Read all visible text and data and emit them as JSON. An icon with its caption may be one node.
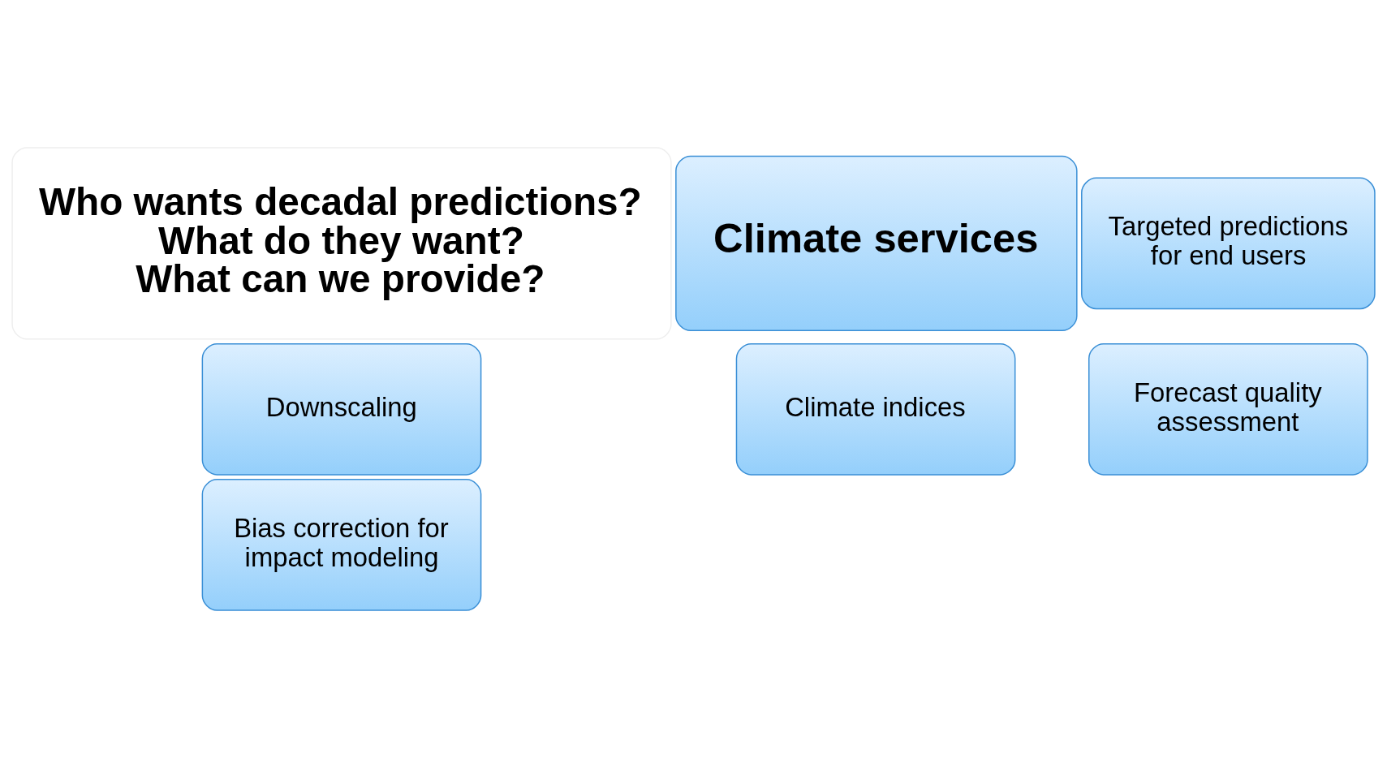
{
  "diagram": {
    "nodes": [
      {
        "text": [
          "Climate services"
        ]
      },
      {
        "text": [
          "Downscaling"
        ]
      },
      {
        "text": [
          "Targeted predictions for end users"
        ]
      },
      {
        "text": [
          "Who wants decadal predictions?",
          "What do they want?",
          "What can we provide?"
        ]
      },
      {
        "text": [
          "Climate indices"
        ]
      },
      {
        "text": [
          "Forecast quality assessment"
        ]
      },
      {
        "text": [
          "Bias correction for impact modeling"
        ]
      }
    ]
  }
}
